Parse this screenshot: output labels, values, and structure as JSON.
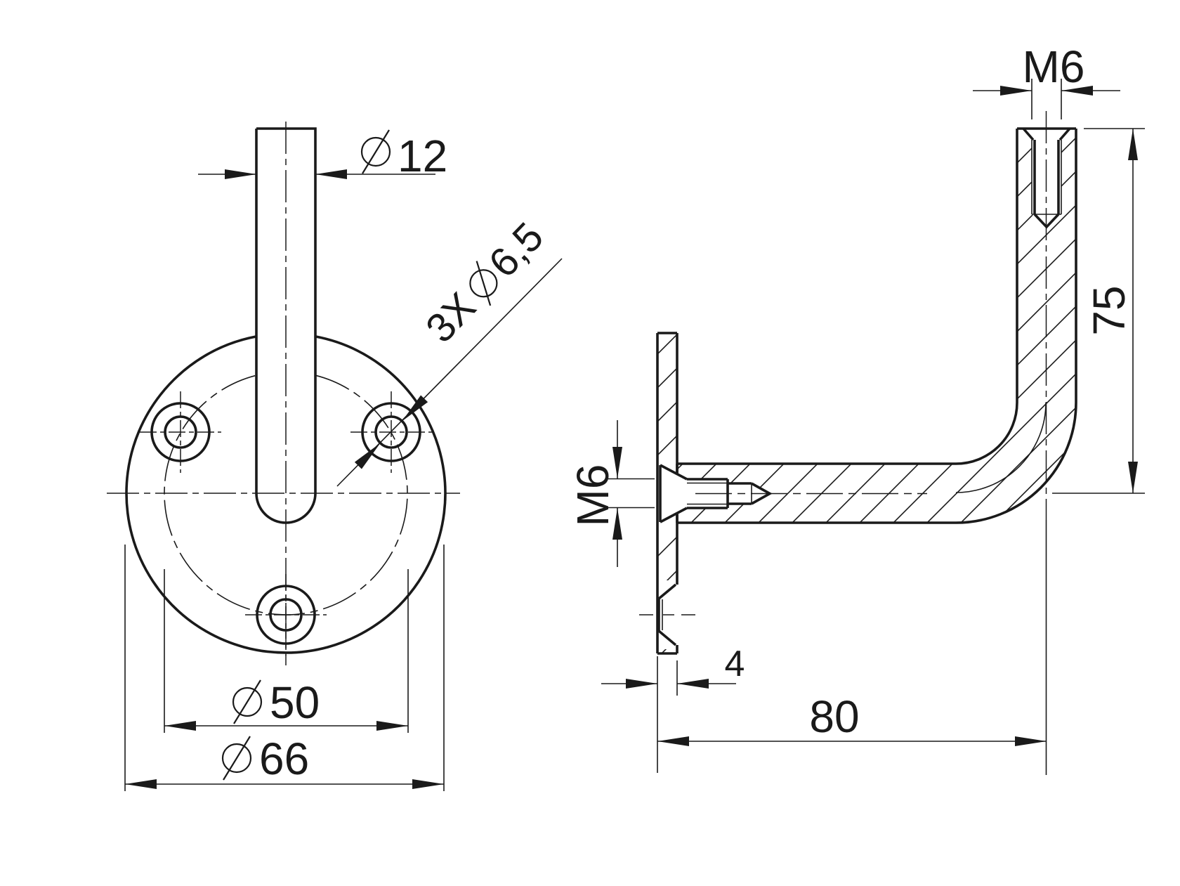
{
  "page": {
    "background_color": "#ffffff",
    "line_color": "#1a1a1a",
    "content_type": "2D technical drawing, two orthographic views of a handrail wall bracket"
  },
  "front_view": {
    "dims": {
      "shaft_diameter": {
        "label": "⌀12",
        "symbol": "diameter",
        "value": "12"
      },
      "holes": {
        "label": "3X ⌀6,5",
        "prefix": "3X",
        "symbol": "diameter",
        "value": "6,5"
      },
      "bolt_circle_diameter": {
        "label": "⌀50",
        "symbol": "diameter",
        "value": "50"
      },
      "outer_diameter": {
        "label": "⌀66",
        "symbol": "diameter",
        "value": "66"
      }
    }
  },
  "side_view": {
    "dims": {
      "top_thread": {
        "label": "M6",
        "value": "M6"
      },
      "height": {
        "label": "75",
        "value": "75"
      },
      "screw_thread": {
        "label": "M6",
        "value": "M6"
      },
      "plate_thickness": {
        "label": "4",
        "value": "4"
      },
      "reach": {
        "label": "80",
        "value": "80"
      }
    }
  }
}
